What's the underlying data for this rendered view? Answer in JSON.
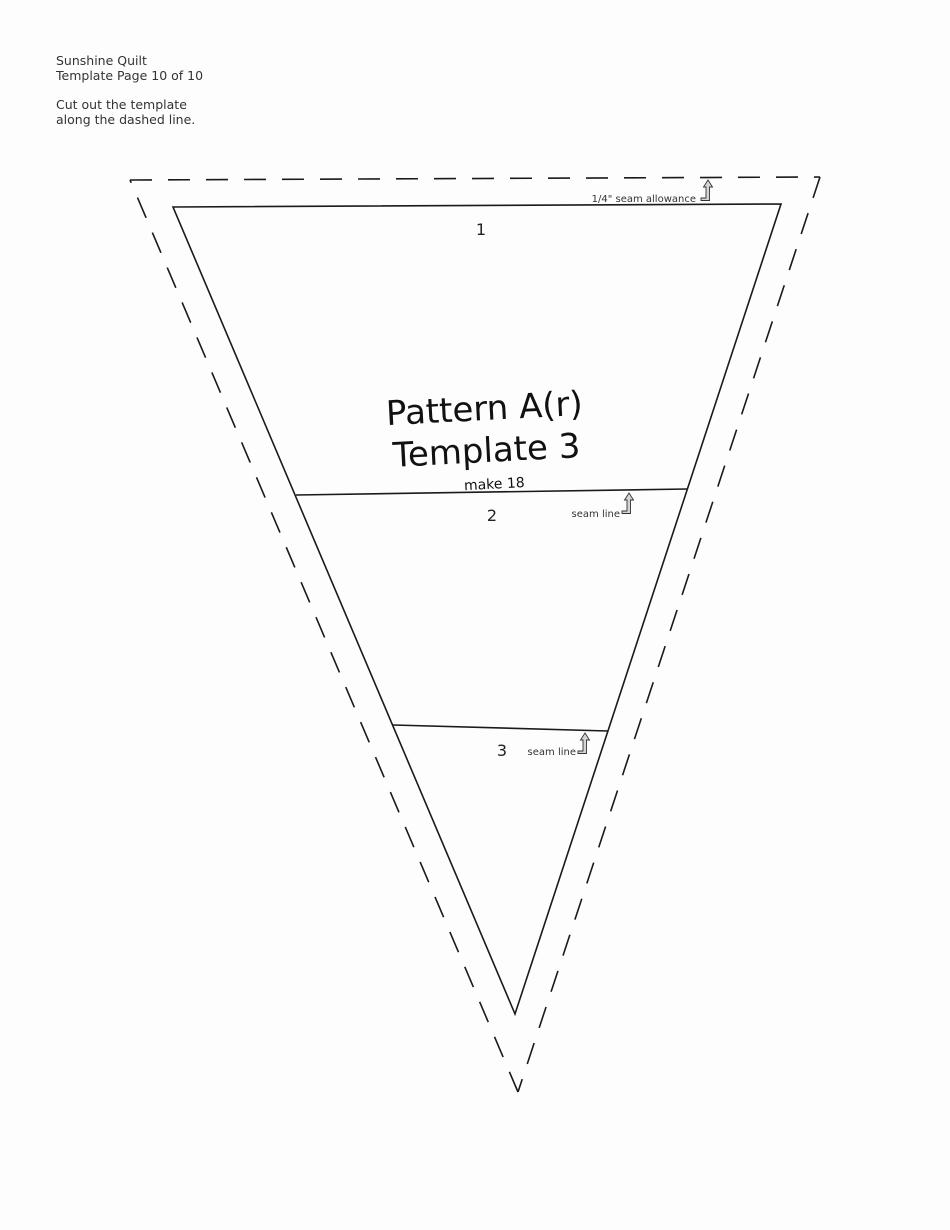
{
  "header": {
    "line1": "Sunshine Quilt",
    "line2": "Template Page 10 of 10",
    "instruction1": "Cut out the template",
    "instruction2": "along the dashed line."
  },
  "template": {
    "title_line1": "Pattern A(r)",
    "title_line2": "Template 3",
    "quantity": "make 18",
    "seam_allowance_label": "1/4\" seam allowance",
    "seam_line_label": "seam line",
    "sections": [
      {
        "number": "1"
      },
      {
        "number": "2"
      },
      {
        "number": "3"
      }
    ]
  },
  "colors": {
    "line": "#1a1a1a",
    "arrow_fill": "#cfcfcf",
    "background": "#fdfdfd"
  }
}
